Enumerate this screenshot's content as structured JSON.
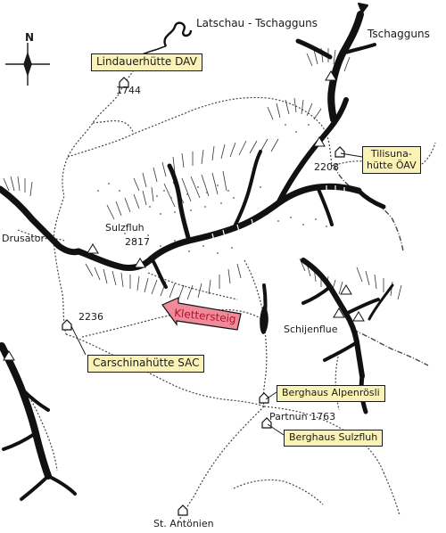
{
  "labels": {
    "latschau": "Latschau - Tschagguns",
    "tschagguns": "Tschagguns",
    "lindauer": "Lindauerhütte DAV",
    "lindauer_alt": "1744",
    "tilisuna_line1": "Tilisuna-",
    "tilisuna_line2": "hütte ÖAV",
    "tilisuna_alt": "2208",
    "drusator": "Drusator",
    "sulzfluh": "Sulzfluh",
    "sulzfluh_alt": "2817",
    "klettersteig": "Klettersteig",
    "carschina_alt": "2236",
    "carschina": "Carschinahütte SAC",
    "schijenflue": "Schijenflue",
    "alpenroesli": "Berghaus Alpenrösli",
    "partnun": "Partnun 1763",
    "sulzfluh_berghaus": "Berghaus Sulzfluh",
    "st_antonien": "St. Antönien",
    "north": "N"
  },
  "colors": {
    "hut_box_fill": "#fbf3b5",
    "klettersteig_arrow": "#f08a9a",
    "klettersteig_text": "#b0102a",
    "ink": "#1a1a1a"
  }
}
